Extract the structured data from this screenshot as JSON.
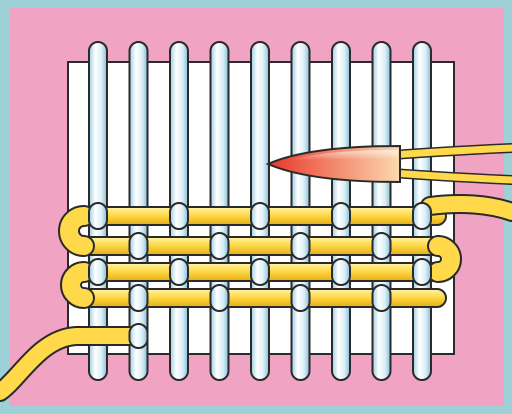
{
  "illustration": {
    "subject": "weaving-loom-diagram",
    "colors": {
      "border": "#9ed0d8",
      "panel": "#f1a3c4",
      "loom_card": "#ffffff",
      "loom_outline": "#2a2a2a",
      "warp_fill": "#d9eef7",
      "warp_highlight": "#ffffff",
      "warp_shadow": "#8fc4dc",
      "weft_fill": "#ffd94a",
      "weft_highlight": "#fff3a6",
      "weft_shadow": "#e0a800",
      "needle_tip": "#e8352a",
      "needle_body": "#f6a27b"
    },
    "warp_count": 9,
    "weft_rows": 4
  }
}
